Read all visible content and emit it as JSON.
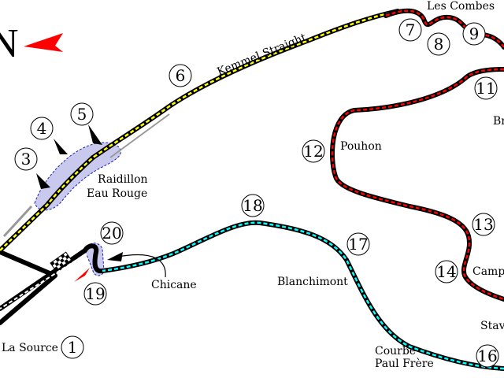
{
  "compass": {
    "letter": "N",
    "arrow_color": "#ff0000"
  },
  "colors": {
    "sector1": "#ffff00",
    "sector2": "#ff0000",
    "sector3": "#00ffff",
    "track_outline": "#000000",
    "runoff": "#aaaaee"
  },
  "corners": {
    "c1": "1",
    "c3": "3",
    "c4": "4",
    "c5": "5",
    "c6": "6",
    "c7": "7",
    "c8": "8",
    "c9": "9",
    "c11": "11",
    "c12": "12",
    "c13": "13",
    "c14": "14",
    "c16": "16",
    "c17": "17",
    "c18": "18",
    "c19": "19",
    "c20": "20"
  },
  "names": {
    "la_source": "La Source",
    "raidillon_1": "Raidillon",
    "raidillon_2": "Eau Rouge",
    "kemmel": "Kemmel Straight",
    "les_combes": "Les Combes",
    "pouhon": "Pouhon",
    "bruxelles_partial": "Br",
    "campus_partial": "Camp",
    "stavelot_partial": "Stav",
    "blanchimont": "Blanchimont",
    "paul_frere_1": "Courbe",
    "paul_frere_2": "Paul Frère",
    "chicane": "Chicane"
  }
}
